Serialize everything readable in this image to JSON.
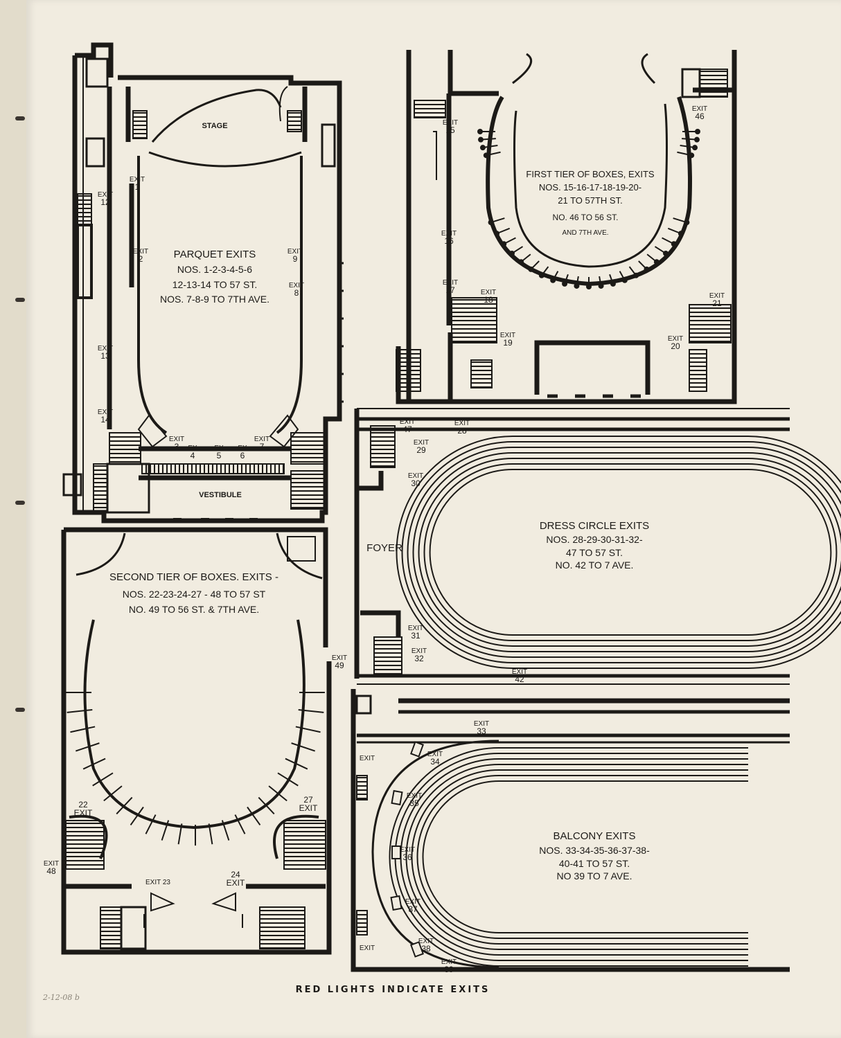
{
  "footer": "RED LIGHTS INDICATE EXITS",
  "pencil_note": "2-12-08 b",
  "parquet": {
    "stage": "STAGE",
    "vestibule": "VESTIBULE",
    "title": "PARQUET EXITS",
    "lines": [
      "NOS. 1-2-3-4-5-6",
      "12-13-14 TO 57 ST.",
      "NOS. 7-8-9 TO 7TH AVE."
    ],
    "exits": {
      "e1": [
        "EXIT",
        "1"
      ],
      "e2": [
        "EXIT",
        "2"
      ],
      "e9": [
        "EXIT",
        "9"
      ],
      "e8": [
        "EXIT",
        "8"
      ],
      "e12": [
        "EXIT",
        "12"
      ],
      "e13": [
        "EXIT",
        "13"
      ],
      "e14": [
        "EXIT",
        "14"
      ],
      "e3": [
        "EXIT",
        "3"
      ],
      "e4": [
        "EX",
        "4"
      ],
      "e5": [
        "EX",
        "5"
      ],
      "e6": [
        "EX",
        "6"
      ],
      "e7": [
        "EXIT",
        "7"
      ]
    }
  },
  "first_tier": {
    "title": "FIRST TIER OF BOXES, EXITS",
    "lines": [
      "NOS. 15-16-17-18-19-20-",
      "21 TO 57TH ST.",
      "NO. 46 TO 56 ST.",
      "AND 7TH AVE."
    ],
    "exits": {
      "e15": [
        "EXIT",
        "15"
      ],
      "e16": [
        "EXIT",
        "16"
      ],
      "e17": [
        "EXIT",
        "17"
      ],
      "e18": [
        "EXIT",
        "18"
      ],
      "e19": [
        "EXIT",
        "19"
      ],
      "e20": [
        "EXIT",
        "20"
      ],
      "e21": [
        "EXIT",
        "21"
      ],
      "e46": [
        "EXIT",
        "46"
      ]
    }
  },
  "dress_circle": {
    "foyer": "FOYER",
    "title": "DRESS CIRCLE EXITS",
    "lines": [
      "NOS. 28-29-30-31-32-",
      "47 TO 57 ST.",
      "NO. 42 TO 7 AVE."
    ],
    "exits": {
      "e47": [
        "EXIT",
        "47"
      ],
      "e28": [
        "EXIT",
        "28"
      ],
      "e29": [
        "EXIT",
        "29"
      ],
      "e30": [
        "EXIT",
        "30"
      ],
      "e31": [
        "EXIT",
        "31"
      ],
      "e32": [
        "EXIT",
        "32"
      ],
      "e42": [
        "EXIT",
        "42"
      ]
    }
  },
  "second_tier": {
    "title": "SECOND TIER OF BOXES. EXITS -",
    "lines": [
      "NOS. 22-23-24-27 - 48 TO 57 ST",
      "NO. 49 TO 56 ST. & 7TH AVE."
    ],
    "exits": {
      "e49": [
        "EXIT",
        "49"
      ],
      "e22": [
        "22",
        "EXIT"
      ],
      "e27": [
        "27",
        "EXIT"
      ],
      "e48": [
        "EXIT",
        "48"
      ],
      "e23": [
        "EXIT 23",
        ""
      ],
      "e24": [
        "24",
        "EXIT"
      ]
    }
  },
  "balcony": {
    "title": "BALCONY EXITS",
    "lines": [
      "NOS. 33-34-35-36-37-38-",
      "40-41 TO 57 ST.",
      "NO 39 TO 7 AVE."
    ],
    "exits": {
      "e33": [
        "EXIT",
        "33"
      ],
      "e34": [
        "EXIT",
        "34"
      ],
      "e35": [
        "EXIT",
        "35"
      ],
      "e36": [
        "EXIT",
        "36"
      ],
      "e37": [
        "EXIT",
        "37"
      ],
      "e38": [
        "EXIT",
        "38"
      ],
      "e39": [
        "EXIT",
        "39"
      ],
      "e40": [
        "EXIT",
        ""
      ],
      "e41": [
        "EXIT",
        ""
      ]
    }
  }
}
